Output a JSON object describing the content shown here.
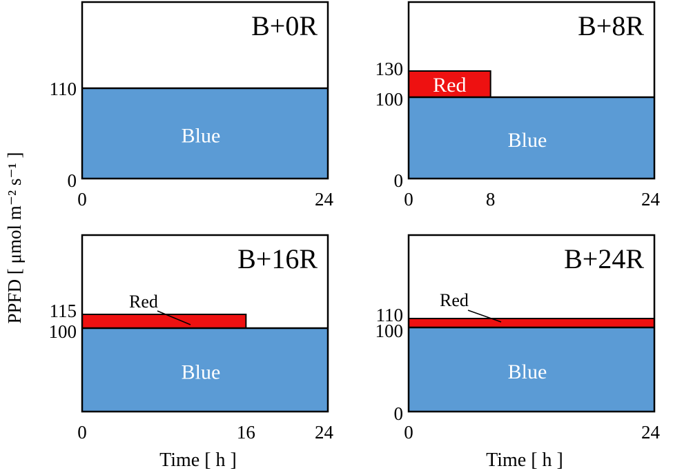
{
  "y_axis_label": "PPFD [ μmol m⁻² s⁻¹ ]",
  "colors": {
    "blue": "#5b9bd5",
    "red": "#ee1111",
    "frame": "#000000",
    "bar_text": "#ffffff"
  },
  "chart_data": [
    {
      "type": "area",
      "title": "B+0R",
      "xlim": [
        0,
        24
      ],
      "x_ticks": [
        "0",
        "24"
      ],
      "y_ticks": [
        "0",
        "110"
      ],
      "xlabel": "",
      "blue": {
        "label": "Blue",
        "value": 110,
        "from": 0,
        "to": 24
      },
      "red": null
    },
    {
      "type": "area",
      "title": "B+8R",
      "xlim": [
        0,
        24
      ],
      "x_ticks": [
        "0",
        "8",
        "24"
      ],
      "y_ticks": [
        "0",
        "100",
        "130"
      ],
      "xlabel": "",
      "blue": {
        "label": "Blue",
        "value": 100,
        "from": 0,
        "to": 24
      },
      "red": {
        "label": "Red",
        "top": 130,
        "from": 0,
        "to": 8,
        "label_inside": true
      }
    },
    {
      "type": "area",
      "title": "B+16R",
      "xlim": [
        0,
        24
      ],
      "x_ticks": [
        "0",
        "16",
        "24"
      ],
      "y_ticks": [
        "100",
        "115"
      ],
      "xlabel": "Time [ h ]",
      "blue": {
        "label": "Blue",
        "value": 100,
        "from": 0,
        "to": 24
      },
      "red": {
        "label": "Red",
        "top": 115,
        "from": 0,
        "to": 16,
        "label_inside": false
      }
    },
    {
      "type": "area",
      "title": "B+24R",
      "xlim": [
        0,
        24
      ],
      "x_ticks": [
        "0",
        "24"
      ],
      "y_ticks": [
        "0",
        "100",
        "110"
      ],
      "xlabel": "Time [ h ]",
      "blue": {
        "label": "Blue",
        "value": 100,
        "from": 0,
        "to": 24
      },
      "red": {
        "label": "Red",
        "top": 110,
        "from": 0,
        "to": 24,
        "label_inside": false
      }
    }
  ]
}
